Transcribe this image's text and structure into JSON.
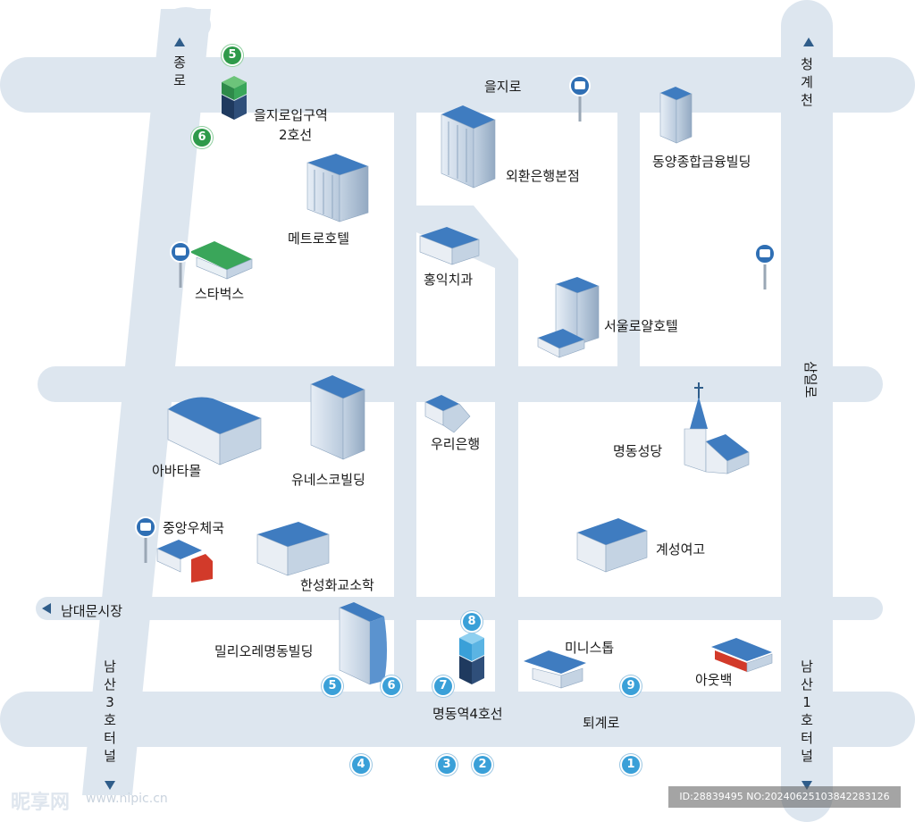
{
  "roads": {
    "top_horizontal": "을지로",
    "left_vertical_top": [
      "종",
      "로"
    ],
    "right_vertical_top": [
      "청",
      "계",
      "천"
    ],
    "middle_horizontal_right": "삼일로",
    "lower_left_horizontal": "남대문시장",
    "bottom_left_vertical": [
      "남",
      "산",
      "3",
      "호",
      "터",
      "널"
    ],
    "bottom_right_vertical": [
      "남",
      "산",
      "1",
      "호",
      "터",
      "널"
    ],
    "bottom_horizontal": "퇴계로"
  },
  "places": {
    "euljiro_station": [
      "을지로입구역",
      "2호선"
    ],
    "metro_hotel": "메트로호텔",
    "starbucks": "스타벅스",
    "kexchange": "외환은행본점",
    "dongyang": "동양종합금융빌딩",
    "hongik": "홍익치과",
    "seoul_royal": "서울로얄호텔",
    "avatar": "아바타몰",
    "unesco": "유네스코빌딩",
    "woori": "우리은행",
    "myeongdong_cathedral": "명동성당",
    "post_office": "중앙우체국",
    "hanseong": "한성화교소학",
    "gyeseong": "계성여고",
    "millieore": "밀리오레명동빌딩",
    "ministop": "미니스톱",
    "outback": "아웃백",
    "myeongdong_station": "명동역4호선"
  },
  "exits": {
    "euljiro_line": "5",
    "euljiro_exit6": "6",
    "mill_5": "5",
    "mill_6": "6",
    "line4": "8",
    "exit7": "7",
    "exit9": "9",
    "exit4": "4",
    "exit3": "3",
    "exit2": "2",
    "exit1": "1"
  },
  "watermark": {
    "logo": "昵享网",
    "url": "www.nipic.cn",
    "id": "ID:28839495 NO:20240625103842283126"
  },
  "colors": {
    "road": "#dde6ef",
    "building_blue": "#3f7cc0",
    "building_light": "#e9eef4",
    "exit_blue": "#3aa0d8",
    "exit_green": "#2e9a4a"
  }
}
